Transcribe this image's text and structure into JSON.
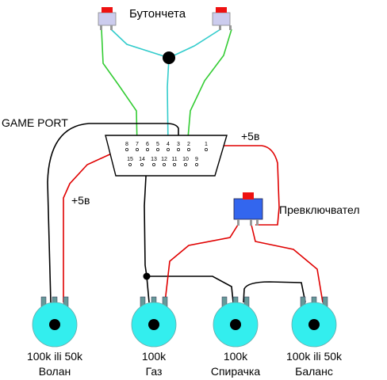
{
  "labels": {
    "buttons": "Бутончета",
    "game_port": "GAME PORT",
    "plus5_top": "+5в",
    "plus5_left": "+5в",
    "switch": "Превключвател"
  },
  "pins_top": [
    "8",
    "7",
    "6",
    "5",
    "4",
    "3",
    "2",
    "1"
  ],
  "pins_bottom": [
    "15",
    "14",
    "13",
    "12",
    "11",
    "10",
    "9"
  ],
  "pots": [
    {
      "value": "100k ili 50k",
      "name": "Волан"
    },
    {
      "value": "100k",
      "name": "Газ"
    },
    {
      "value": "100k",
      "name": "Спирачка"
    },
    {
      "value": "100k ili 50k",
      "name": "Баланс"
    }
  ],
  "colors": {
    "wire_black": "#000000",
    "wire_red": "#e00000",
    "wire_green": "#33cc33",
    "wire_cyan": "#33cccc",
    "pot_body": "#33eeee",
    "button_red": "#ee1111",
    "switch_blue": "#3366ee",
    "plug_fill": "#ccccee"
  }
}
